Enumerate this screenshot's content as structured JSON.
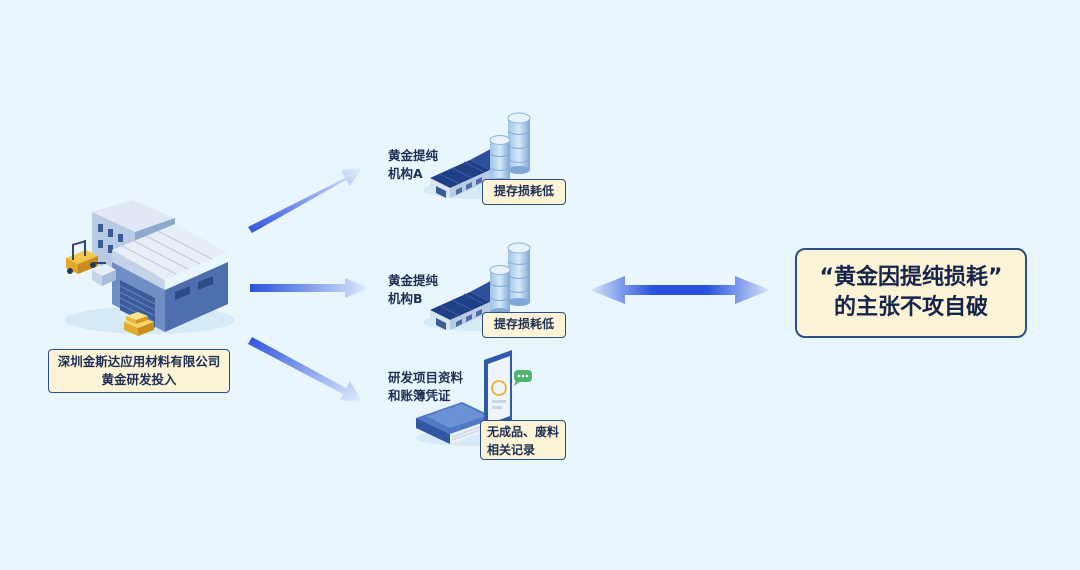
{
  "company": {
    "line1": "深圳金斯达应用材料有限公司",
    "line2": "黄金研发投入"
  },
  "branch_a": {
    "line1": "黄金提纯",
    "line2": "机构A",
    "tag": "提存损耗低"
  },
  "branch_b": {
    "line1": "黄金提纯",
    "line2": "机构B",
    "tag": "提存损耗低"
  },
  "branch_c": {
    "line1": "研发项目资料",
    "line2": "和账簿凭证",
    "tag_line1": "无成品、废料",
    "tag_line2": "相关记录"
  },
  "conclusion": {
    "line1": "“黄金因提纯损耗”",
    "line2": "的主张不攻自破"
  },
  "colors": {
    "background": "#eaf6fd",
    "arrow_blue": "#2f58e0",
    "box_fill": "#fdf3d6",
    "box_border": "#2c4f86",
    "text": "#1e2f55"
  }
}
